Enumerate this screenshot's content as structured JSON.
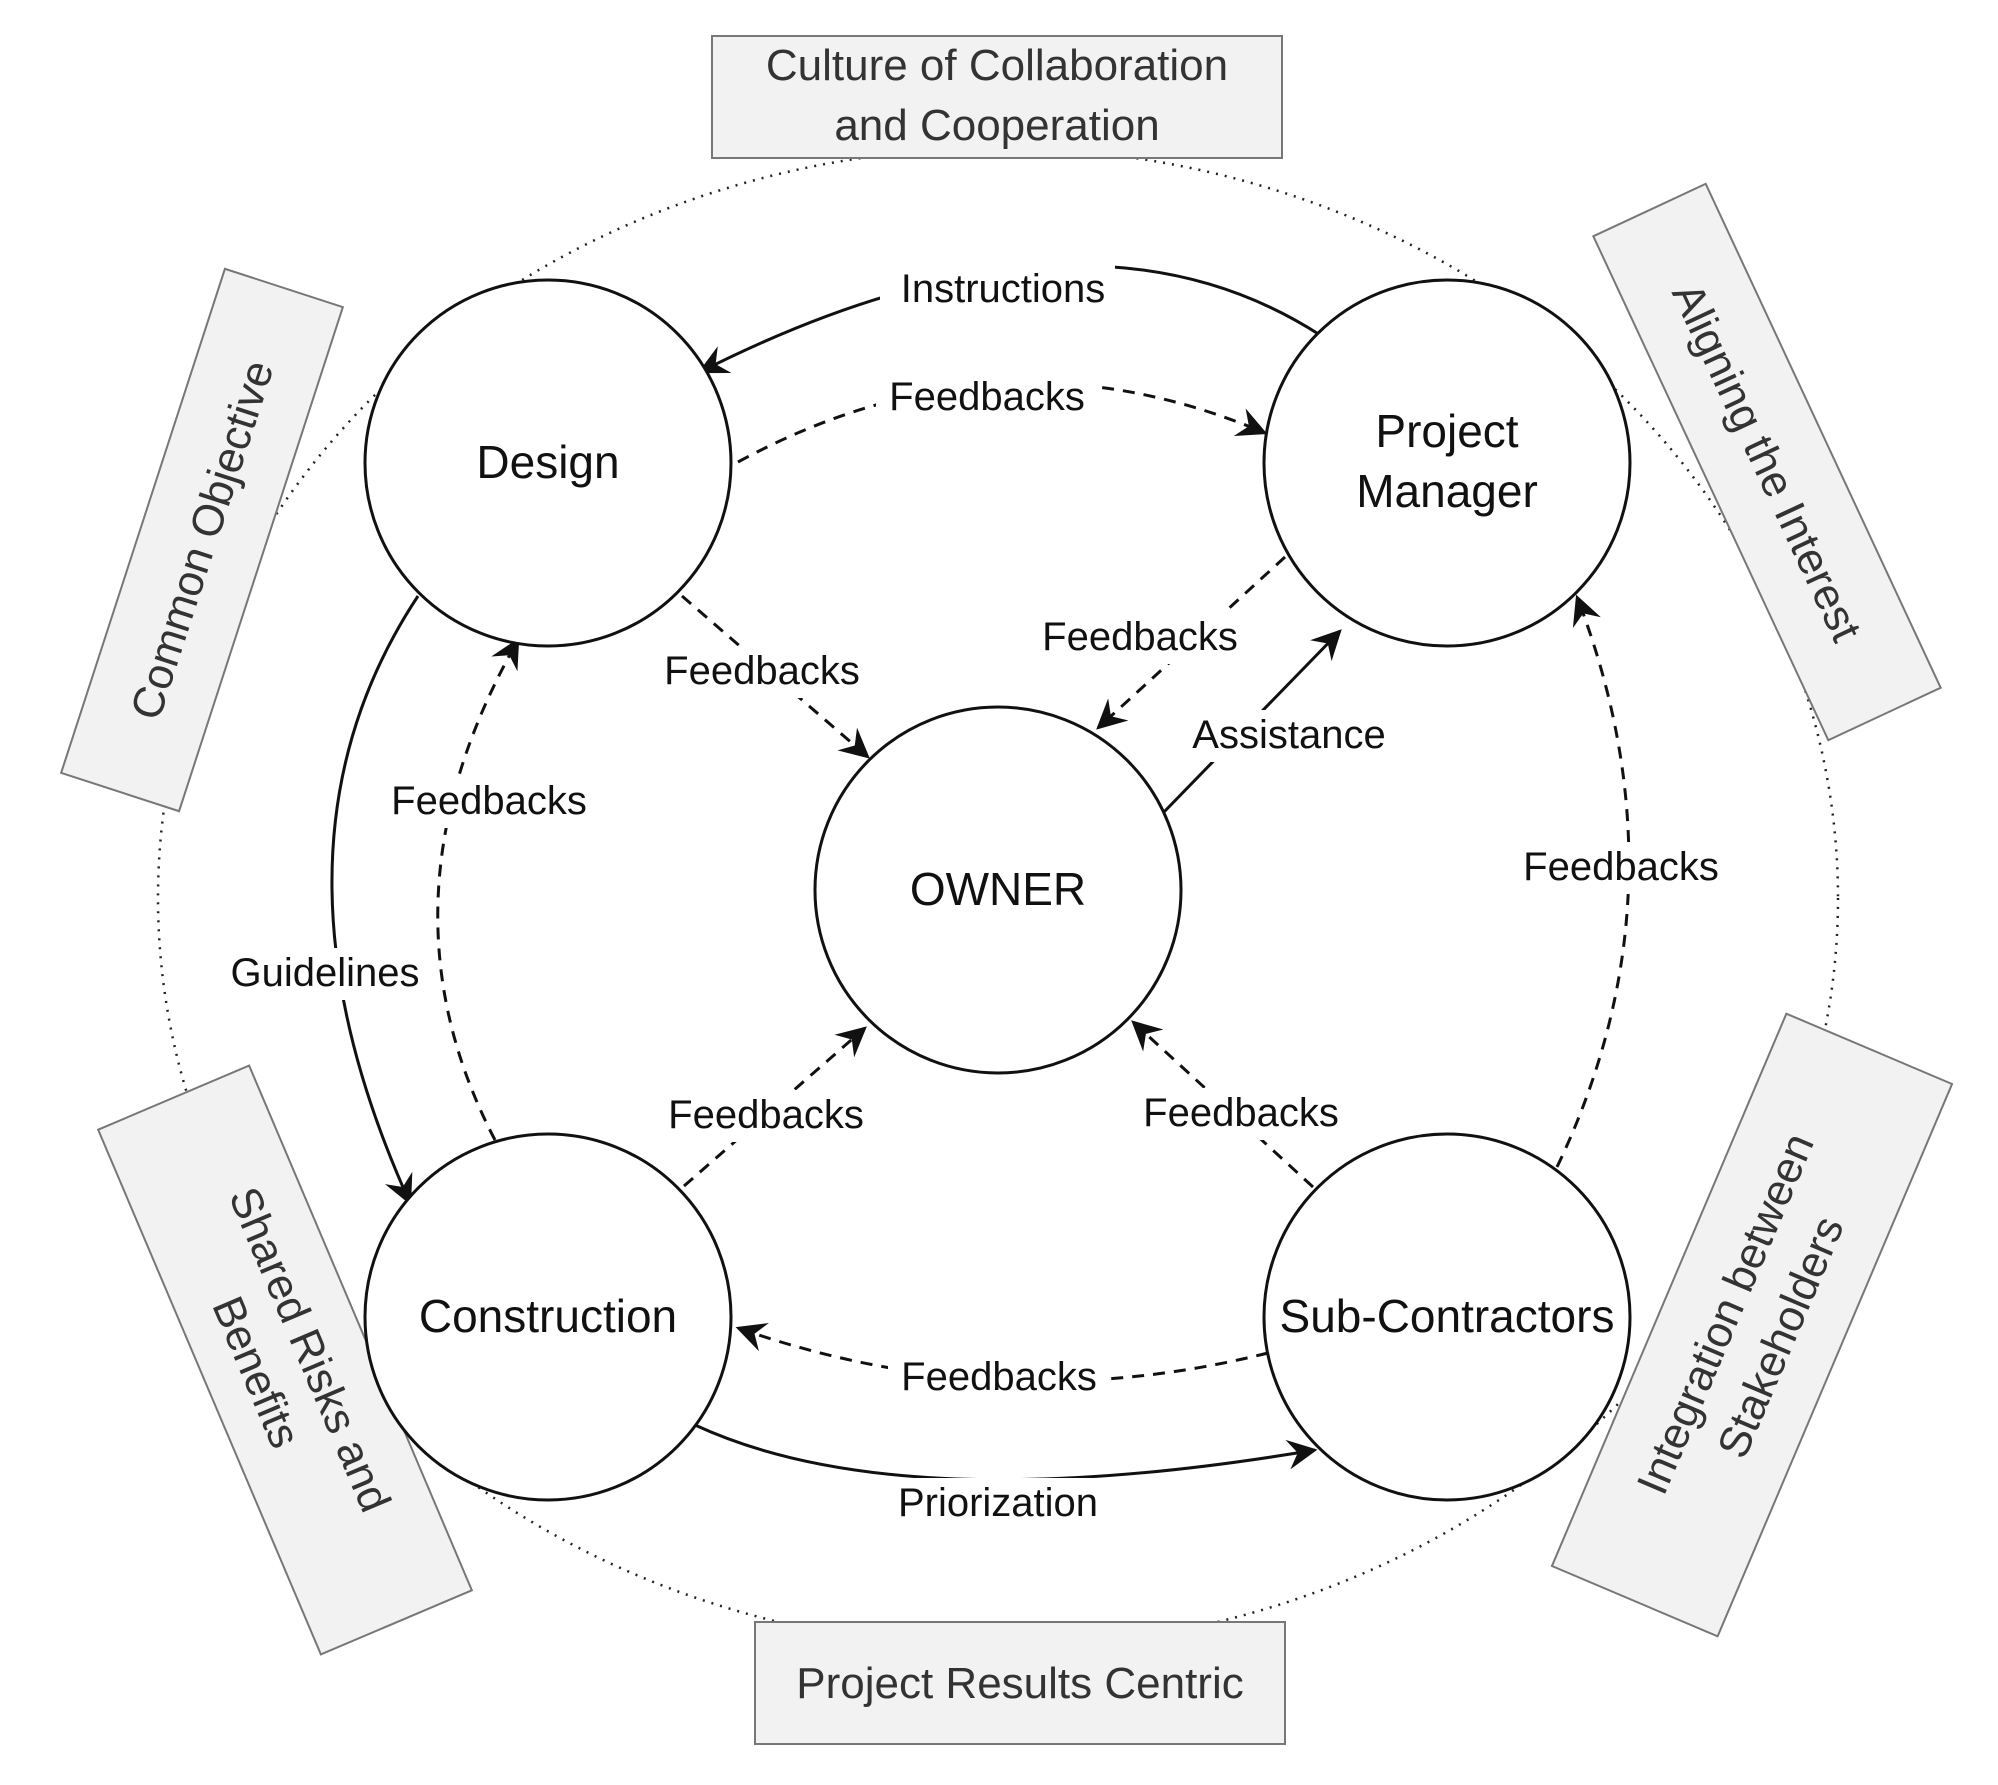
{
  "nodes": {
    "design": "Design",
    "project_manager_line1": "Project",
    "project_manager_line2": "Manager",
    "owner": "OWNER",
    "construction": "Construction",
    "sub_contractors": "Sub-Contractors"
  },
  "edges": {
    "instructions": "Instructions",
    "feedbacks_design_to_pm": "Feedbacks",
    "feedbacks_design_to_owner": "Feedbacks",
    "feedbacks_pm_to_owner": "Feedbacks",
    "assistance": "Assistance",
    "feedbacks_construction_to_design": "Feedbacks",
    "guidelines": "Guidelines",
    "feedbacks_subcontractors_to_pm": "Feedbacks",
    "feedbacks_construction_to_owner": "Feedbacks",
    "feedbacks_subcontractors_to_owner": "Feedbacks",
    "feedbacks_subcontractors_to_construction": "Feedbacks",
    "priorization": "Priorization"
  },
  "principles": {
    "top_line1": "Culture of Collaboration",
    "top_line2": "and Cooperation",
    "common_objective": "Common Objective",
    "aligning_interest": "Aligning the Interest",
    "shared_risks_line1": "Shared Risks and",
    "shared_risks_line2": "Benefits",
    "integration_line1": "Integration between",
    "integration_line2": "Stakeholders",
    "bottom": "Project Results Centric"
  }
}
